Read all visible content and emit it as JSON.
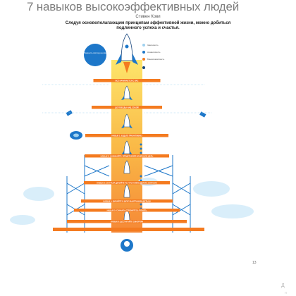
{
  "page": {
    "title": "7 навыков высокоэффективных людей",
    "author": "Стивен Кови",
    "subtitle": "Следуя основополагающим принципам эффективной жизни, можно добиться подлинного успеха и счастья.",
    "page_number": "13",
    "corner_mark": "Д",
    "corner_mark2": "н"
  },
  "bands": [
    {
      "label": "ВСЕ НАЧИНАЕТСЯ С ВАС"
    },
    {
      "label": "ДО ПОБЕДЫ НАД СОБОЙ"
    },
    {
      "label": "НАВЫК 1: БУДЬТЕ ПРОАКТИВНЫ"
    },
    {
      "label": "НАВЫК 2: НАЧИНАЙТЕ, ПРЕДСТАВЛЯЯ КОНЕЧНУЮ ЦЕЛЬ"
    },
    {
      "label": "НАВЫК 3: СНАЧАЛА ДЕЛАЙТЕ ТО, ЧТО НУЖНО ДЕЛАТЬ СНАЧАЛА"
    },
    {
      "label": "НАВЫК 4: ДУМАЙТЕ В ДУХЕ ВЫИГРЫШ/ВЫИГРЫШ"
    },
    {
      "label": "НАВЫК 5: СНАЧАЛА СТРЕМИТЕСЬ ПОНЯТЬ"
    },
    {
      "label": "НАВЫК 6: ДОСТИГАЙТЕ СИНЕРГИИ"
    },
    {
      "label": "НАВЫК 7: ЗАТАЧИВАЙТЕ ПИЛУ"
    }
  ],
  "circle_text": "Изменить взгляд на мир",
  "legend": [
    "Зависимость",
    "Независимость",
    "Взаимозависимость"
  ],
  "colors": {
    "orange": "#f47b20",
    "yellow": "#fde25a",
    "blue": "#1d77c9",
    "light_blue": "#9fd1ef",
    "dark_blue": "#15447c",
    "cloud": "#d9eefa",
    "text_gray": "#7d7d7d"
  }
}
